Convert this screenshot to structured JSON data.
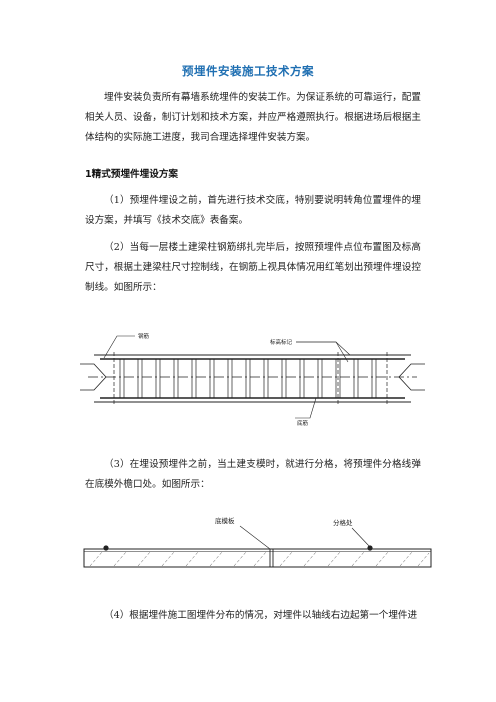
{
  "document": {
    "title": "预埋件安装施工技术方案",
    "intro": "埋件安装负责所有幕墙系统埋件的安装工作。为保证系统的可靠运行，配置相关人员、设备，制订计划和技术方案，并应严格遵照执行。根据进场后根据主体结构的实际施工进度，我司合理选择埋件安装方案。",
    "section_heading": "1精式预埋件埋设方案",
    "steps": [
      "（1）预埋件埋设之前，首先进行技术交底，特别要说明转角位置埋件的埋设方案，并填写《技术交底》表备案。",
      "（2）当每一层楼土建梁柱钢筋绑扎完毕后，按照预埋件点位布置图及标高尺寸，根据土建梁柱尺寸控制线，在钢筋上视具体情况用红笔划出预埋件埋设控制线。如图所示：",
      "（3）在埋设预埋件之前，当土建支模时，就进行分格，将预埋件分格线弹在底模外檐口处。如图所示：",
      "（4）根据埋件施工图埋件分布的情况，对埋件以轴线右边起第一个埋件进"
    ],
    "figure1": {
      "label_rebar": "钢筋",
      "label_mark": "标高标记",
      "label_bottom": "底筋"
    },
    "figure2": {
      "label_formwork": "底模板",
      "label_grid": "分格处"
    }
  }
}
